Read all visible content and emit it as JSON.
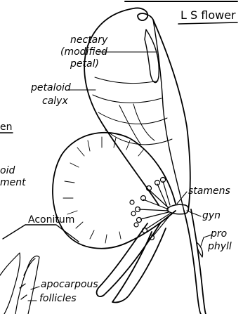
{
  "labels": {
    "section_title": "L S flower",
    "nectary_line1": "nectary",
    "nectary_line2": "(modified",
    "nectary_line3": "petal)",
    "petaloid_calyx_line1": "petaloid",
    "petaloid_calyx_line2": "calyx",
    "stamens": "stamens",
    "gyn": "gyn",
    "prophyll_line1": "pro",
    "prophyll_line2": "phyll",
    "aconitum": "Aconitum",
    "apocarpous": "apocarpous",
    "follicles": "follicles",
    "left_cut_1": "en",
    "left_cut_2": "oid",
    "left_cut_3": "ment"
  }
}
